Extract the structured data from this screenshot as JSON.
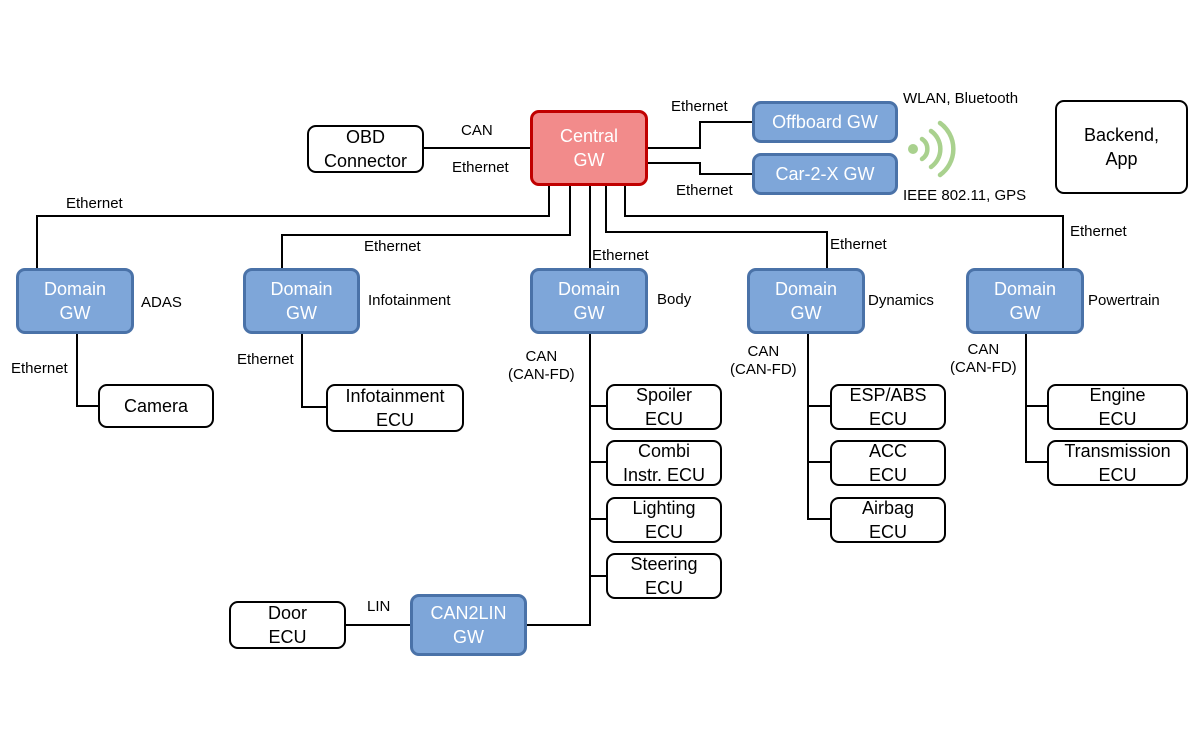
{
  "colors": {
    "gateway_fill": "#7ea6d9",
    "gateway_border": "#4a72a8",
    "central_fill": "#f28b8b",
    "central_border": "#c00000",
    "ecu_fill": "#ffffff",
    "ecu_border": "#000000",
    "wireless_icon": "#a9d18e"
  },
  "icons": {
    "wireless": "wifi-signal-icon"
  },
  "nodes": {
    "obd": "OBD\nConnector",
    "central": "Central\nGW",
    "offboard": "Offboard GW",
    "car2x": "Car-2-X GW",
    "backend": "Backend,\nApp",
    "domain_adas": "Domain\nGW",
    "domain_infotainment": "Domain\nGW",
    "domain_body": "Domain\nGW",
    "domain_dynamics": "Domain\nGW",
    "domain_powertrain": "Domain\nGW",
    "camera": "Camera",
    "infotainment_ecu": "Infotainment\nECU",
    "spoiler": "Spoiler\nECU",
    "combi": "Combi\nInstr. ECU",
    "lighting": "Lighting\nECU",
    "steering": "Steering\nECU",
    "esp": "ESP/ABS\nECU",
    "acc": "ACC\nECU",
    "airbag": "Airbag\nECU",
    "engine": "Engine\nECU",
    "transmission": "Transmission\nECU",
    "can2lin": "CAN2LIN\nGW",
    "door": "Door\nECU"
  },
  "labels": {
    "obd_can": "CAN",
    "obd_ethernet": "Ethernet",
    "offboard_ethernet": "Ethernet",
    "car2x_ethernet": "Ethernet",
    "wlan": "WLAN, Bluetooth",
    "ieee": "IEEE 802.11, GPS",
    "adas_uplink": "Ethernet",
    "infotainment_uplink": "Ethernet",
    "body_uplink": "Ethernet",
    "dynamics_uplink": "Ethernet",
    "powertrain_uplink": "Ethernet",
    "adas": "ADAS",
    "infotainment": "Infotainment",
    "body": "Body",
    "dynamics": "Dynamics",
    "powertrain": "Powertrain",
    "adas_bus": "Ethernet",
    "infotainment_bus": "Ethernet",
    "body_bus": "CAN\n(CAN-FD)",
    "dynamics_bus": "CAN\n(CAN-FD)",
    "powertrain_bus": "CAN\n(CAN-FD)",
    "lin": "LIN"
  }
}
